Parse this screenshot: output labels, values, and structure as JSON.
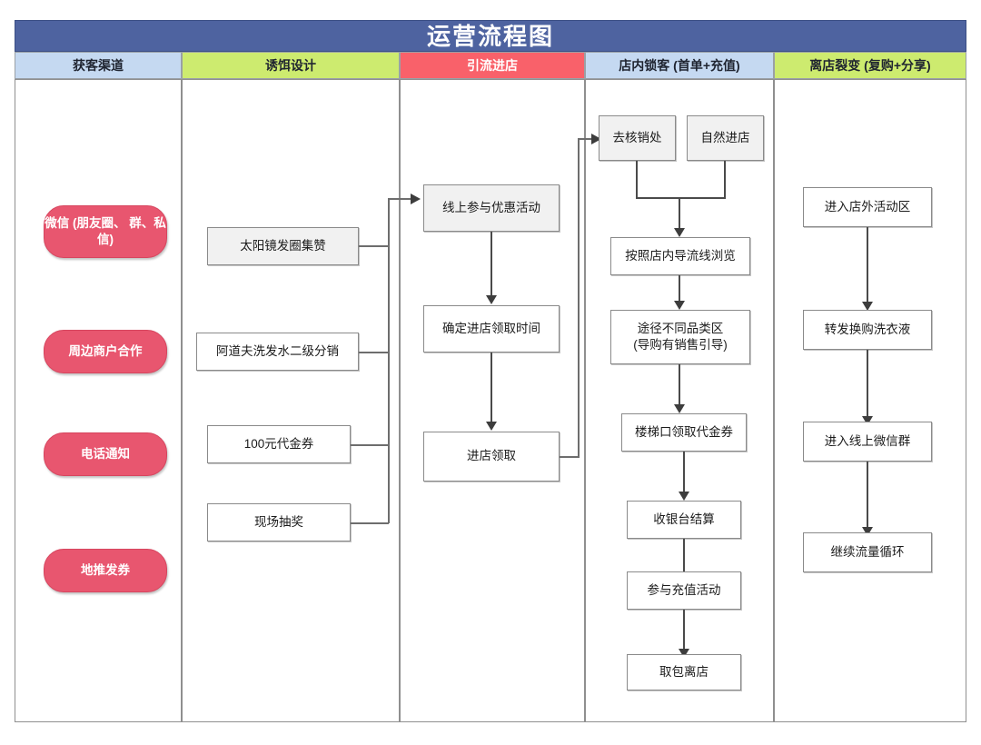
{
  "title": "运营流程图",
  "colors": {
    "title_bar": "#4e63a0",
    "header_blue": "#c5d9f1",
    "header_green": "#cdeb6f",
    "header_red": "#f9616a",
    "pill_pink": "#e8566f",
    "node_gray": "#f1f1f1",
    "connector": "#4a4a4a"
  },
  "columns": [
    {
      "id": "acquisition",
      "label": "获客渠道",
      "style": "blue"
    },
    {
      "id": "bait",
      "label": "诱饵设计",
      "style": "green"
    },
    {
      "id": "drive",
      "label": "引流进店",
      "style": "red"
    },
    {
      "id": "instore",
      "label": "店内锁客 (首单+充值)",
      "style": "blue"
    },
    {
      "id": "fission",
      "label": "离店裂变 (复购+分享)",
      "style": "green"
    }
  ],
  "acquisition_nodes": [
    {
      "line1": "微信 (朋友圈、",
      "line2": "群、私信)"
    },
    {
      "line1": "周边商户合作",
      "line2": ""
    },
    {
      "line1": "电话通知",
      "line2": ""
    },
    {
      "line1": "地推发券",
      "line2": ""
    }
  ],
  "bait_nodes": [
    {
      "line1": "太阳镜发圈集赞",
      "line2": ""
    },
    {
      "line1": "阿道夫洗发水二级分销",
      "line2": ""
    },
    {
      "line1": "100元代金券",
      "line2": ""
    },
    {
      "line1": "现场抽奖",
      "line2": ""
    }
  ],
  "drive_nodes": [
    {
      "line1": "线上参与优惠活动",
      "line2": ""
    },
    {
      "line1": "确定进店领取时间",
      "line2": ""
    },
    {
      "line1": "进店领取",
      "line2": ""
    }
  ],
  "instore_nodes": [
    {
      "line1": "去核销处",
      "line2": ""
    },
    {
      "line1": "自然进店",
      "line2": ""
    },
    {
      "line1": "按照店内导流线浏览",
      "line2": ""
    },
    {
      "line1": "途径不同品类区",
      "line2": "(导购有销售引导)"
    },
    {
      "line1": "楼梯口领取代金券",
      "line2": ""
    },
    {
      "line1": "收银台结算",
      "line2": ""
    },
    {
      "line1": "参与充值活动",
      "line2": ""
    },
    {
      "line1": "取包离店",
      "line2": ""
    }
  ],
  "fission_nodes": [
    {
      "line1": "进入店外活动区",
      "line2": ""
    },
    {
      "line1": "转发换购洗衣液",
      "line2": ""
    },
    {
      "line1": "进入线上微信群",
      "line2": ""
    },
    {
      "line1": "继续流量循环",
      "line2": ""
    }
  ]
}
